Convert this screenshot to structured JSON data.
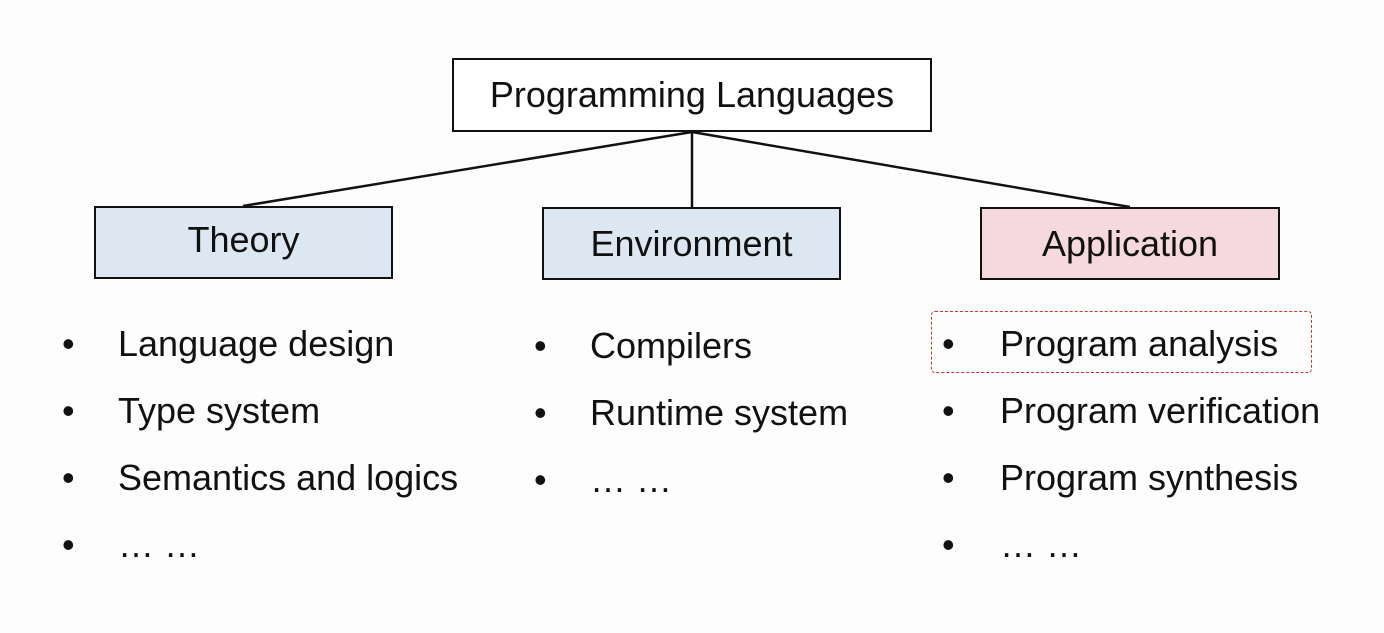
{
  "diagram": {
    "root": {
      "label": "Programming Languages"
    },
    "categories": [
      {
        "label": "Theory",
        "fill": "#dde7f2",
        "items": [
          "Language design",
          "Type system",
          "Semantics and logics",
          "… …"
        ]
      },
      {
        "label": "Environment",
        "fill": "#dde7f2",
        "items": [
          "Compilers",
          "Runtime system",
          "… …"
        ]
      },
      {
        "label": "Application",
        "fill": "#f5d9df",
        "items": [
          "Program analysis",
          "Program verification",
          "Program synthesis",
          "… …"
        ],
        "highlighted_item": "Program analysis"
      }
    ],
    "bullet": "•",
    "colors": {
      "line": "#111111",
      "highlight_border": "#c0392b"
    }
  }
}
